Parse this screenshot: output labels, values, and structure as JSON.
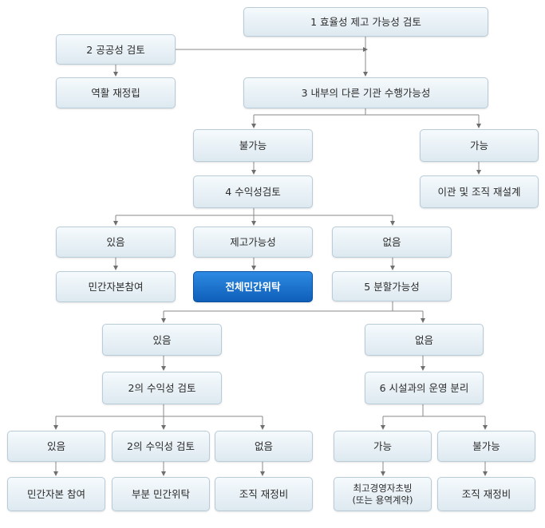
{
  "nodes": {
    "n1": "1 효율성 제고 가능성 검토",
    "n2": "2 공공성 검토",
    "n_role": "역활 재정립",
    "n3": "3 내부의 다른 기관 수행가능성",
    "n_impossible": "불가능",
    "n_possible": "가능",
    "n4": "4 수익성검토",
    "n_transfer": "이관 및 조직 재설계",
    "n_yes1": "있음",
    "n_improve": "제고가능성",
    "n_no1": "없음",
    "n_private": "민간자본참여",
    "n_full": "전체민간위탁",
    "n5": "5 분할가능성",
    "n_yes2": "있음",
    "n_no2": "없음",
    "n2b": "2의 수익성 검토",
    "n6": "6 시설과의 운영 분리",
    "n_yes3": "있음",
    "n2c": "2의 수익성 검토",
    "n_no3": "없음",
    "n_possible2": "가능",
    "n_impossible2": "불가능",
    "n_private2": "민간자본 참여",
    "n_partial": "부분 민간위탁",
    "n_org1": "조직 재정비",
    "n_ceo": "최고경영자초빙\n(또는 용역계약)",
    "n_org2": "조직 재정비"
  }
}
